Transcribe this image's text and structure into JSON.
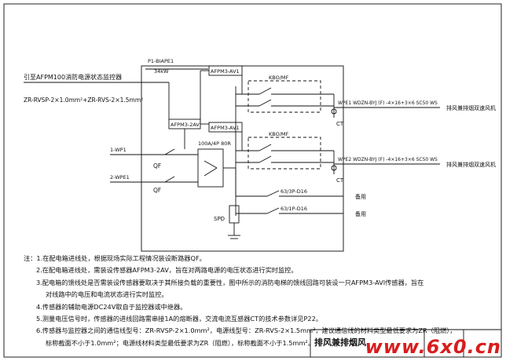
{
  "diagram": {
    "monitor_intro": "引至AFPM100消防电源状态监控器",
    "monitor_cable": "ZR-RVSP-2×1.0mm²+ZR-RVS-2×1.5mm²",
    "panel_code": "P1-BIAPE1",
    "panel_power": "34kW",
    "sensor_top": "AFPM3-AV1",
    "sensor_mid": "AFPM3-2AV",
    "sensor_bot": "AFPM3-AV1",
    "breaker_top": "KBO/MF",
    "breaker_bot": "KBO/MF",
    "incoming_1": "1-WP1",
    "incoming_2": "2-WPE1",
    "qf_1": "QF",
    "qf_2": "QF",
    "switch_spec": "100A/4P 80R",
    "spd": "SPD",
    "ct_1": "CT",
    "ct_2": "CT",
    "out_cable_1": "WPE1 WDZN-BYJ (F) -4×16+3×6 SC50 WS",
    "out_cable_2": "WPE2 WDZN-BYJ (F) -4×16+3×6 SC50 WS",
    "out_label_1": "排风兼排烟双速风机",
    "out_label_2": "排风兼排烟双速风机",
    "spare_breaker_1": "63/3P-D16",
    "spare_breaker_2": "63/1P-D16",
    "spare_1": "备用",
    "spare_2": "备用"
  },
  "notes": [
    "注：1.在配电箱进线处，根据现场实际工程情况装设断路器QF。",
    "2.在配电箱进线处，需装设传感器AFPM3-2AV，旨在对两路电源的电压状态进行实时监控。",
    "3.配电箱的馈线处是否需装设传感器要取决于其所接负载的重要性，图中所示的消防电梯的馈线回路可装设一只AFPM3-AVI传感器，旨在",
    "对线路中的电压和电流状态进行实时监控。",
    "4.传感器的辅助电源DC24V取自于监控器或中继器。",
    "5.测量电压信号时，传感器的进线回路需串接1A的熔断器，交流电流互感器CT的技术参数详见P22。",
    "6.传感器与监控器之间的通信线型号：ZR-RVSP-2×1.0mm²，电源线型号：ZR-RVS-2×1.5mm²，建议通信线的材料类型最低要求为ZR（阻燃），",
    "标称截面不小于1.0mm²；电源线材料类型最低要求为ZR（阻燃），标称截面不小于1.5mm²。"
  ],
  "title_block": "排风兼排烟风",
  "watermark": "www.6x0.cn"
}
